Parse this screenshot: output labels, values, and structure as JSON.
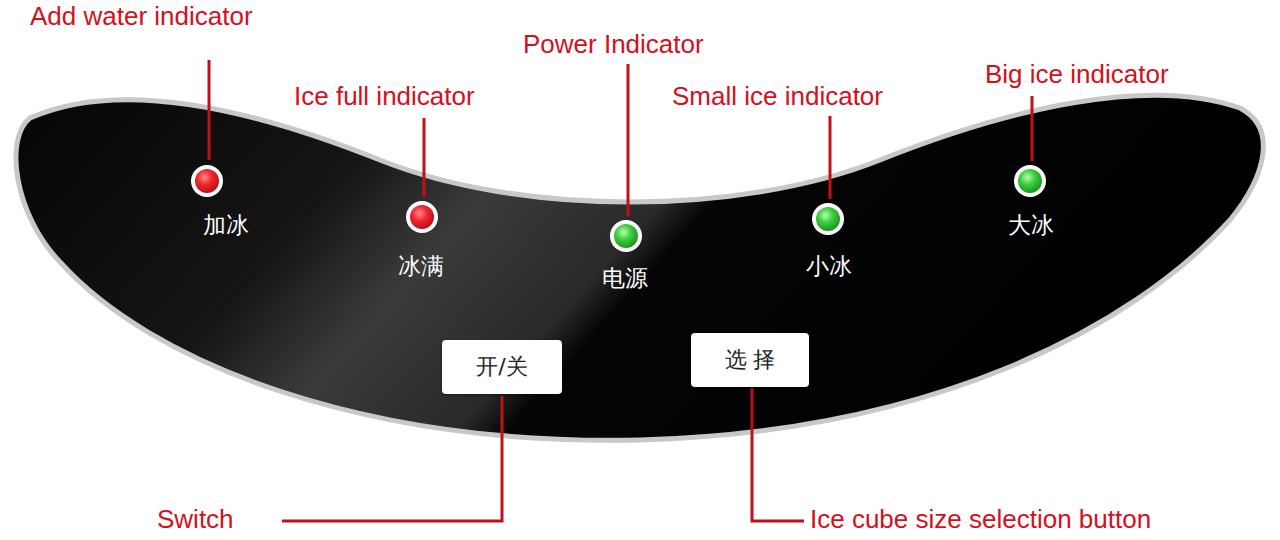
{
  "diagram": {
    "nodes": [
      {
        "text": [
          "开/关"
        ]
      },
      {
        "text": [
          "选 择"
        ]
      }
    ],
    "labels": [
      "Add water indicator",
      "Ice full indicator",
      "Power Indicator",
      "Small ice indicator",
      "Big ice indicator",
      "Switch",
      "Ice cube size selection button",
      "加冰",
      "冰满",
      "电源",
      "小冰",
      "大冰"
    ]
  }
}
